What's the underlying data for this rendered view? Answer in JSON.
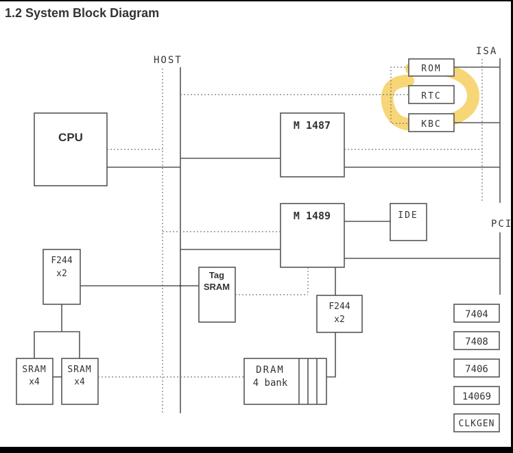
{
  "title": "1.2 System Block Diagram",
  "buses": {
    "host": "HOST",
    "isa": "ISA",
    "pci": "PCI"
  },
  "blocks": {
    "cpu": "CPU",
    "m1487": "M 1487",
    "m1489": "M 1489",
    "rom": "ROM",
    "rtc": "RTC",
    "kbc": "KBC",
    "ide": "IDE",
    "f244_left_l1": "F244",
    "f244_left_l2": "x2",
    "tag_sram_l1": "Tag",
    "tag_sram_l2": "SRAM",
    "f244_right_l1": "F244",
    "f244_right_l2": "x2",
    "sram1_l1": "SRAM",
    "sram1_l2": "x4",
    "sram2_l1": "SRAM",
    "sram2_l2": "x4",
    "dram_l1": "DRAM",
    "dram_l2": "4 bank",
    "chip_7404": "7404",
    "chip_7408": "7408",
    "chip_7406": "7406",
    "chip_14069": "14069",
    "clkgen": "CLKGEN"
  },
  "annotation": {
    "highlight_color": "#f4c84a",
    "highlighted_blocks": [
      "ROM",
      "RTC",
      "KBC"
    ]
  }
}
